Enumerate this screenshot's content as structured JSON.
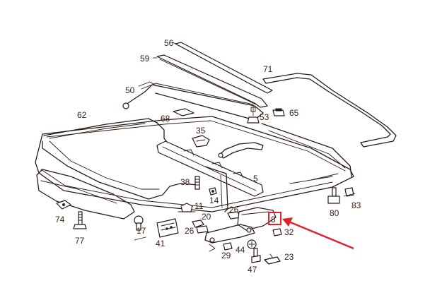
{
  "callouts": {
    "c56": "56",
    "c59": "59",
    "c71": "71",
    "c50": "50",
    "c53": "53",
    "c65": "65",
    "c62": "62",
    "c68": "68",
    "c35": "35",
    "c5": "5",
    "c38": "38",
    "c14": "14",
    "c11": "11",
    "c20": "20",
    "c26a": "26",
    "c26b": "26",
    "c8": "8",
    "c32": "32",
    "c74": "74",
    "c77": "77",
    "c17": "17",
    "c41": "41",
    "c29": "29",
    "c44": "44",
    "c23": "23",
    "c47": "47",
    "c80": "80",
    "c83": "83"
  },
  "highlight": {
    "target": "8",
    "box_color": "#e0202a",
    "arrow_color": "#e0202a"
  },
  "colors": {
    "ink": "#2a1a14",
    "label": "#3a2218",
    "background": "#ffffff"
  }
}
